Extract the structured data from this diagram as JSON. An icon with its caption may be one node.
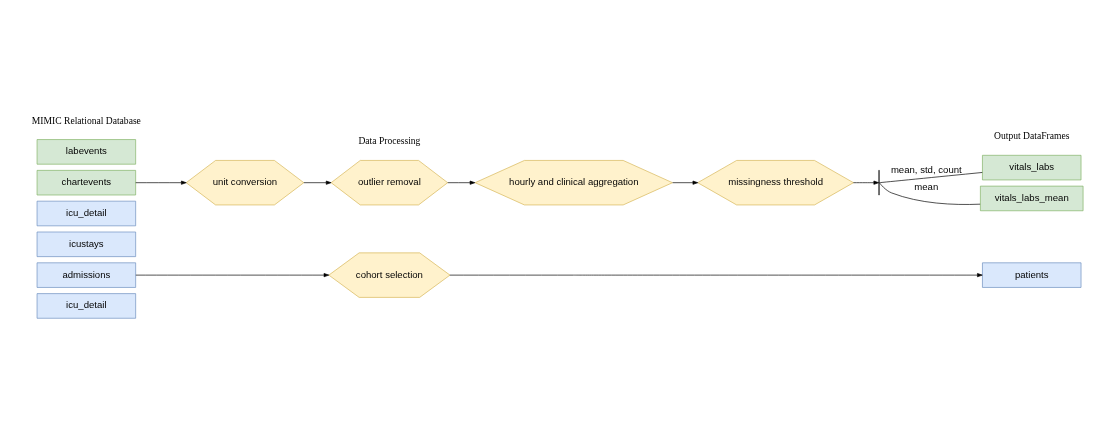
{
  "diagram": {
    "nodes": [
      {
        "text": [
          "icu_detail"
        ]
      },
      {
        "text": [
          "admissions"
        ]
      },
      {
        "text": [
          "icustays"
        ]
      },
      {
        "text": [
          "cohort selection"
        ]
      },
      {
        "text": [
          "patients"
        ]
      },
      {
        "text": [
          "icu_detail"
        ]
      },
      {
        "text": [
          "chartevents"
        ]
      },
      {
        "text": [
          "labevents"
        ]
      },
      {
        "text": [
          "unit conversion"
        ]
      },
      {
        "text": [
          "outlier removal"
        ]
      },
      {
        "text": [
          "hourly and clinical aggregation"
        ]
      },
      {
        "text": [
          "missingness threshold"
        ]
      },
      {
        "text": [],
        "shape": "bar"
      },
      {
        "text": [
          "vitals_labs"
        ]
      },
      {
        "text": [
          "vitals_labs_mean"
        ]
      }
    ],
    "edges": [
      {
        "from": 1,
        "to": 3,
        "arrow": "to"
      },
      {
        "from": 3,
        "to": 4,
        "arrow": "to"
      },
      {
        "from": 6,
        "to": 8,
        "arrow": "to"
      },
      {
        "from": 8,
        "to": 9,
        "arrow": "to"
      },
      {
        "from": 9,
        "to": 10,
        "arrow": "to"
      },
      {
        "from": 10,
        "to": 11,
        "arrow": "to"
      },
      {
        "from": 11,
        "to": 12,
        "arrow": "to"
      },
      {
        "from": 12,
        "to": 13,
        "label": "mean, std, count",
        "arrow": "none"
      },
      {
        "from": 12,
        "to": 14,
        "label": "mean",
        "arrow": "none"
      }
    ],
    "labels": [
      "MIMIC Relational Database",
      "Data Processing",
      "Output DataFrames"
    ]
  }
}
